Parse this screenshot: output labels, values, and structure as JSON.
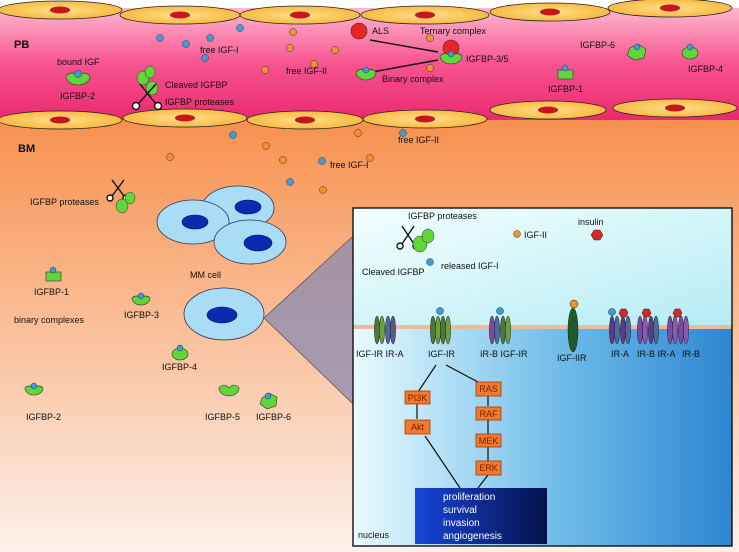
{
  "regions": {
    "pb": "PB",
    "bm": "BM",
    "nucleus": "nucleus"
  },
  "blood": {
    "bound_igf": "bound IGF",
    "igfbp2": "IGFBP-2",
    "cleaved_igfbp": "Cleaved IGFBP",
    "igfbp_proteases": "IGFBP proteases",
    "free_igf1": "free IGF-I",
    "free_igf2": "free IGF-II",
    "als": "ALS",
    "ternary_complex": "Ternary complex",
    "igfbp35": "IGFBP-3/5",
    "binary_complex": "Binary complex",
    "igfbp6": "IGFBP-6",
    "igfbp4": "IGFBP-4",
    "igfbp1": "IGFBP-1"
  },
  "marrow": {
    "free_igf2": "free IGF-II",
    "free_igf1": "free IGF-I",
    "igfbp_proteases": "IGFBP proteases",
    "mm_cell": "MM cell",
    "igfbp1": "IGFBP-1",
    "binary_complexes": "binary complexes",
    "igfbp3": "IGFBP-3",
    "igfbp4": "IGFBP-4",
    "igfbp2": "IGFBP-2",
    "igfbp5": "IGFBP-5",
    "igfbp6": "IGFBP-6"
  },
  "zoom": {
    "igfbp_proteases": "IGFBP proteases",
    "igf2": "IGF-II",
    "insulin": "insulin",
    "cleaved_igfbp": "Cleaved IGFBP",
    "released_igf1": "released IGF-I",
    "receptors": [
      "IGF-IR IR-A",
      "IGF-IR",
      "IR-B IGF-IR",
      "IGF-IIR",
      "IR-A",
      "IR-B IR-A",
      "IR-B"
    ],
    "pathway_left": [
      "PI3K",
      "Akt"
    ],
    "pathway_right": [
      "RAS",
      "RAF",
      "MEK",
      "ERK"
    ],
    "outcomes": [
      "proliferation",
      "survival",
      "invasion",
      "angiogenesis"
    ]
  },
  "colors": {
    "igf1": "#3a9fd8",
    "igf2": "#f0932b",
    "insulin": "#d62828",
    "igfbp": "#5fd63a",
    "als": "#e82424",
    "mm_cell": "#a9dcf5",
    "nucleus_cell": "#0a2bb0",
    "pathway_box": "#f07a2e"
  }
}
